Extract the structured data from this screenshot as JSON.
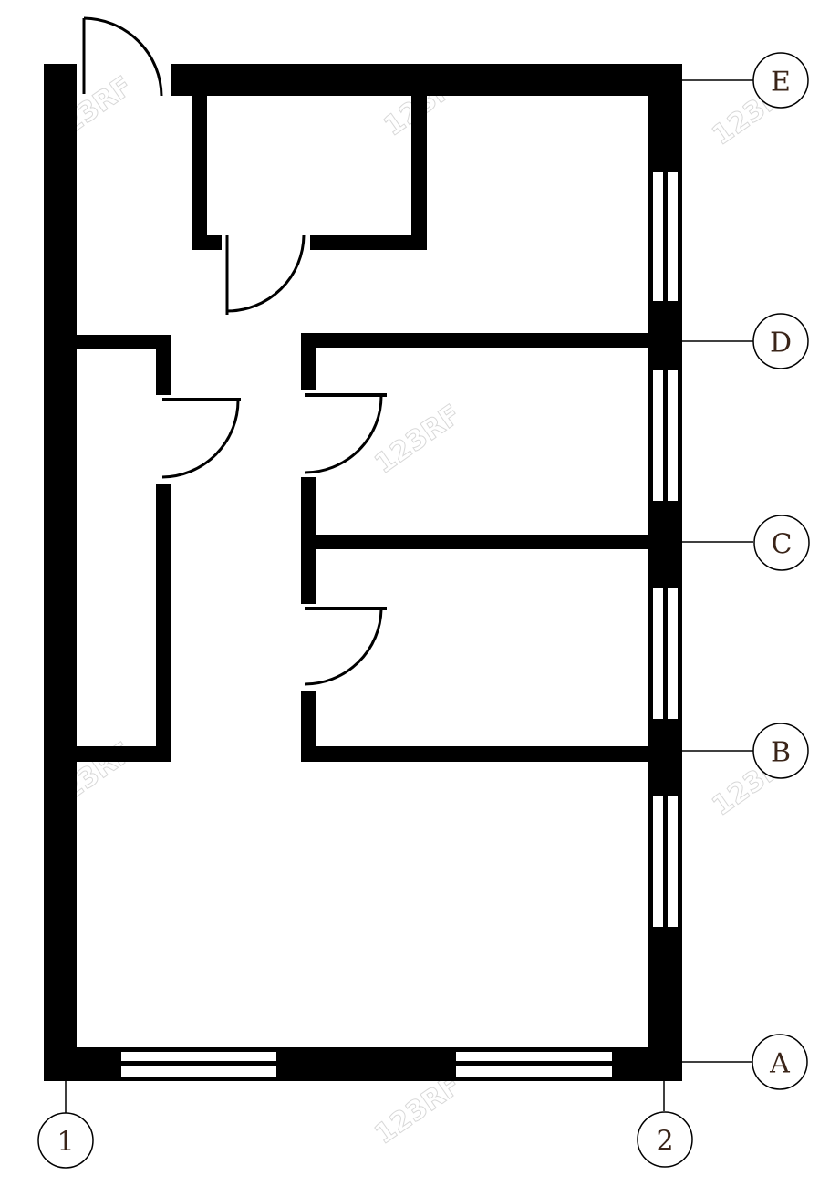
{
  "plan": {
    "grid_axes": {
      "rows": [
        "E",
        "D",
        "C",
        "B",
        "A"
      ],
      "columns": [
        "1",
        "2"
      ]
    },
    "watermark": "123RF",
    "colors": {
      "wall": "#000000",
      "label": "#3a2418",
      "background": "#ffffff",
      "watermark": "#d8d8d8"
    }
  }
}
